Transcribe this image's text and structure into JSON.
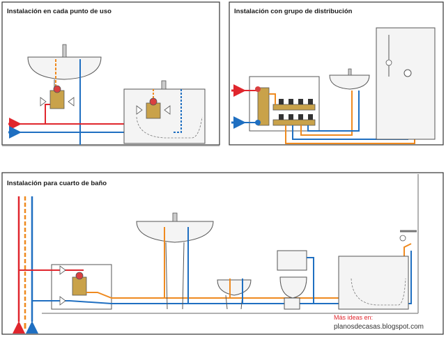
{
  "panels": {
    "point_of_use": {
      "title": "Instalación en cada punto de uso"
    },
    "distribution": {
      "title": "Instalación con grupo de distribución"
    },
    "bathroom": {
      "title": "Instalación para cuarto de baño"
    }
  },
  "credit": {
    "line1": "Más ideas en:",
    "line2": "planosdecasas.blogspot.com"
  },
  "colors": {
    "hot": "#e0262d",
    "cold": "#1f6fc1",
    "mixed": "#ef8a1f",
    "outline": "#555555",
    "fixture_fill": "#f4f4f4",
    "valve": "#c9a24a"
  }
}
